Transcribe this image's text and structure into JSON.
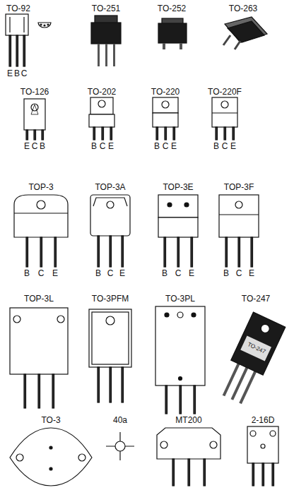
{
  "diagram": {
    "labels": [
      "TO-92",
      "TO-251",
      "TO-252",
      "TO-263",
      "E",
      "B",
      "C",
      "TO-126",
      "TO-202",
      "TO-220",
      "TO-220F",
      "E",
      "C",
      "B",
      "B",
      "C",
      "E",
      "B",
      "C",
      "E",
      "B",
      "C",
      "E",
      "TOP-3",
      "TOP-3A",
      "TOP-3E",
      "TOP-3F",
      "B",
      "C",
      "E",
      "B",
      "C",
      "E",
      "B",
      "C",
      "E",
      "B",
      "C",
      "E",
      "TOP-3L",
      "TO-3PFM",
      "TO-3PL",
      "TO-247",
      "TO-247",
      "TO-3",
      "40a",
      "MT200",
      "2-16D"
    ]
  }
}
